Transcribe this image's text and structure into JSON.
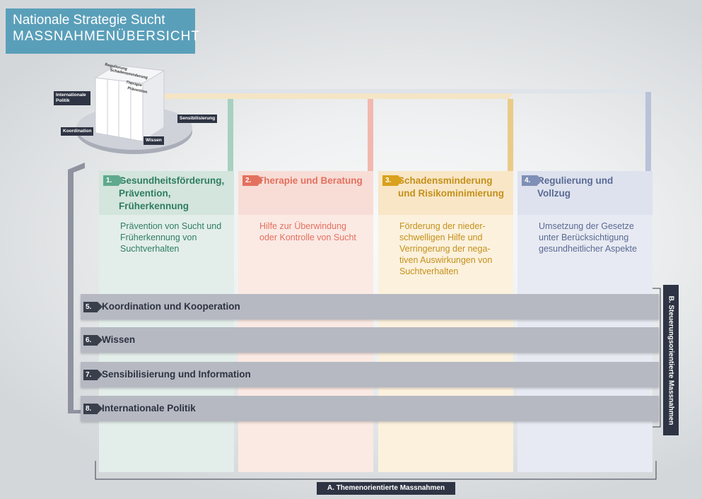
{
  "title": {
    "line1": "Nationale Strategie Sucht",
    "line2": "MASSNAHMENÜBERSICHT"
  },
  "diagram_tags": {
    "internationale": "Internationale Politik",
    "koordination": "Koordination",
    "sensibilisierung": "Sensibilisierung",
    "wissen": "Wissen",
    "cube_faces": [
      "Regulierung",
      "Schadensminderung",
      "Therapie",
      "Prävention"
    ]
  },
  "columns": [
    {
      "num": "1.",
      "title": "Gesundheitsförderung, Prävention, Früherkennung",
      "desc": "Prävention von Sucht und Früherkennung von Suchtverhalten",
      "accent": "#5fa98f",
      "head_bg": "#d3e5dd",
      "body_bg": "#e3eeea",
      "title_color": "#2f7d62",
      "desc_color": "#2f7d62"
    },
    {
      "num": "2.",
      "title": "Therapie und Beratung",
      "desc": "Hilfe zur Überwindung oder Kontrolle von Sucht",
      "accent": "#e4705e",
      "head_bg": "#f7ddd6",
      "body_bg": "#fbe9e4",
      "title_color": "#e4705e",
      "desc_color": "#e4705e"
    },
    {
      "num": "3.",
      "title": "Schadensminderung und Risikominimierung",
      "desc": "Förderung der nieder-schwelligen Hilfe und Verringerung der nega-tiven Auswirkungen von Suchtverhalten",
      "accent": "#d9a11c",
      "head_bg": "#f8e6c6",
      "body_bg": "#fbf1dd",
      "title_color": "#c5901a",
      "desc_color": "#c5901a"
    },
    {
      "num": "4.",
      "title": "Regulierung und Vollzug",
      "desc": "Umsetzung der Gesetze unter Berücksichtigung gesundheitlicher Aspekte",
      "accent": "#7f8fb6",
      "head_bg": "#dde2ee",
      "body_bg": "#e7eaf2",
      "title_color": "#5a6a93",
      "desc_color": "#5a6a93"
    }
  ],
  "rows": [
    {
      "num": "5.",
      "label": "Koordination und Kooperation"
    },
    {
      "num": "6.",
      "label": "Wissen"
    },
    {
      "num": "7.",
      "label": "Sensibilisierung und Information"
    },
    {
      "num": "8.",
      "label": "Internationale Politik"
    }
  ],
  "b_label": "B. Steuerungsorientierte Massnahmen",
  "a_label": "A. Themenorientierte Massnahmen"
}
